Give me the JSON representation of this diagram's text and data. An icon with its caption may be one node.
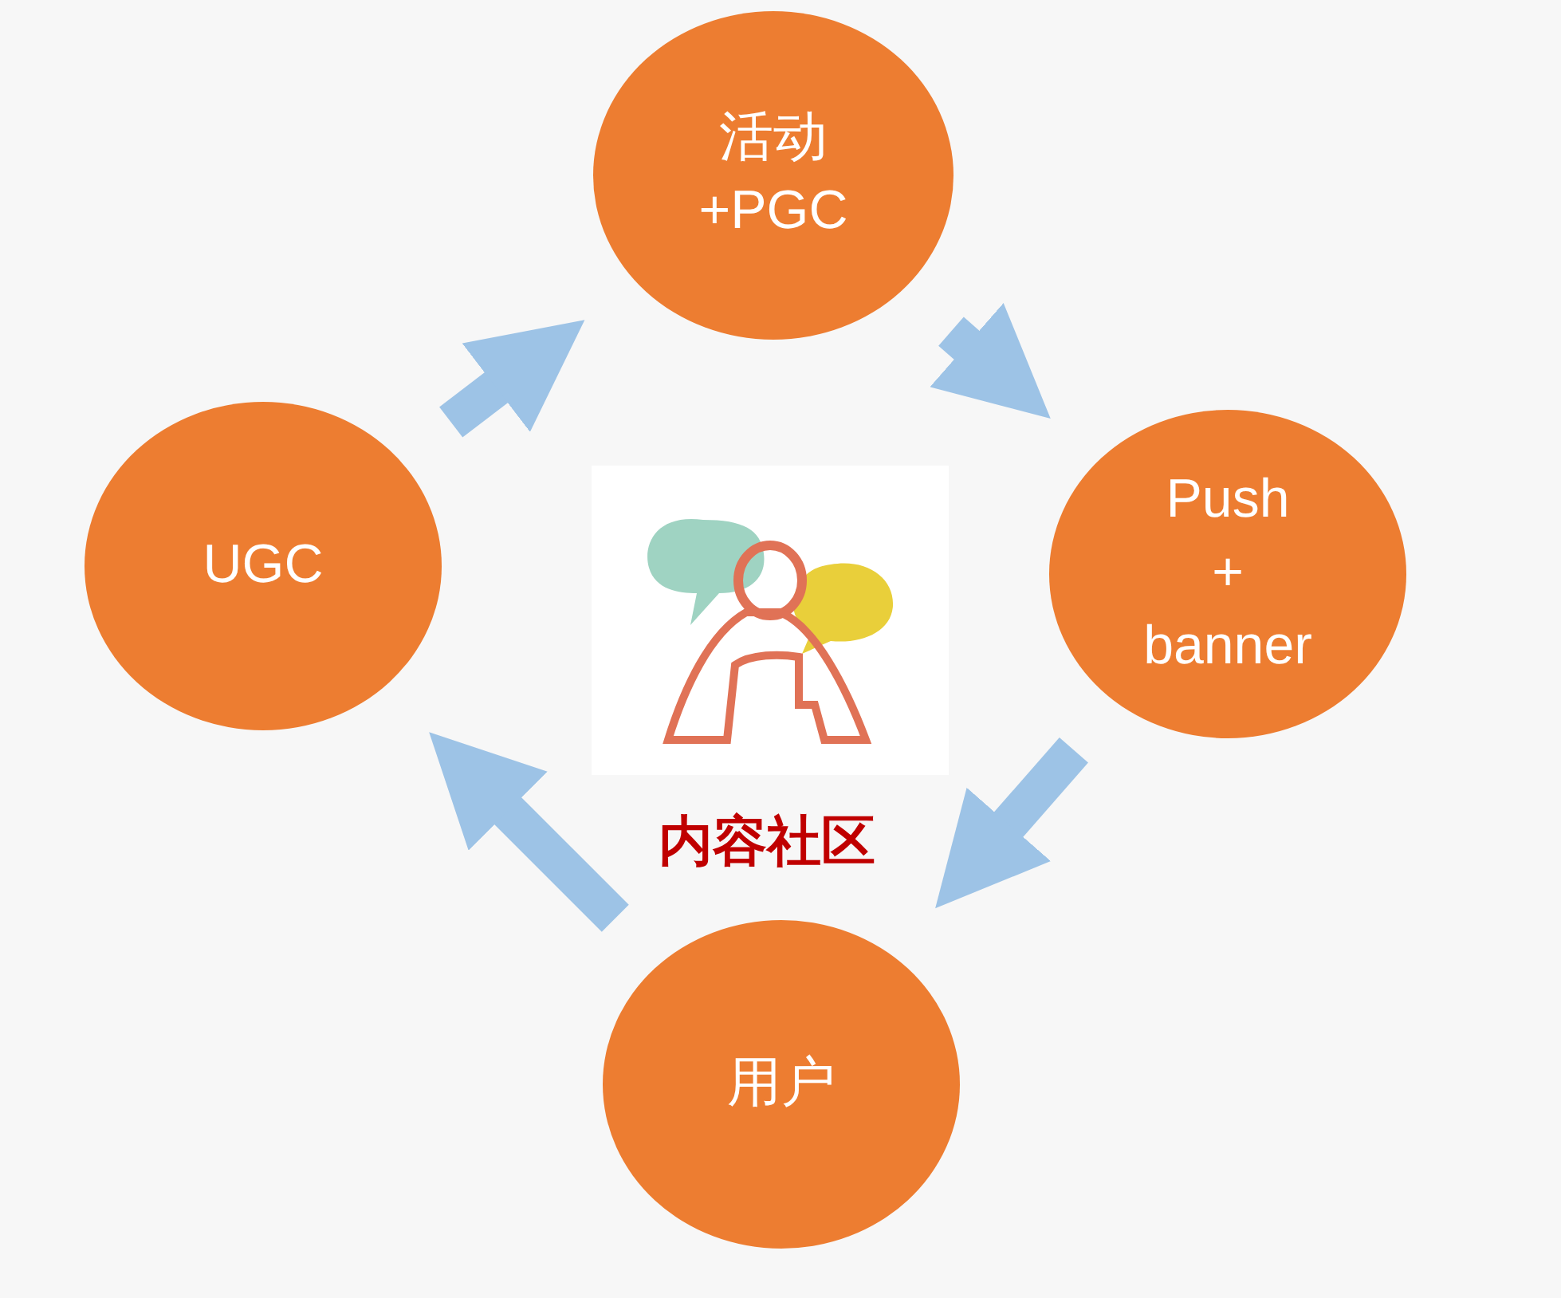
{
  "diagram": {
    "nodes": [
      {
        "text": [
          "活动 +PGC"
        ]
      },
      {
        "text": [
          "Push + banner"
        ]
      },
      {
        "text": [
          "用户"
        ]
      },
      {
        "text": [
          "UGC"
        ]
      }
    ],
    "edges": [
      {
        "from": 3,
        "to": 0,
        "arrow": "to"
      },
      {
        "from": 0,
        "to": 1,
        "arrow": "to"
      },
      {
        "from": 1,
        "to": 2,
        "arrow": "to"
      },
      {
        "from": 2,
        "to": 3,
        "arrow": "to"
      }
    ],
    "labels": [
      "内容社区"
    ]
  }
}
